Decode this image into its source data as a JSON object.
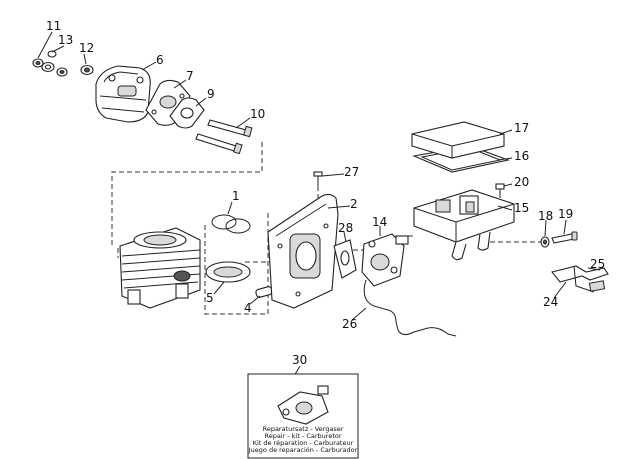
{
  "labels": {
    "p1": "1",
    "p2": "2",
    "p4": "4",
    "p5": "5",
    "p6": "6",
    "p7": "7",
    "p9": "9",
    "p10": "10",
    "p11": "11",
    "p12": "12",
    "p13": "13",
    "p14": "14",
    "p15": "15",
    "p16": "16",
    "p17": "17",
    "p18": "18",
    "p19": "19",
    "p20": "20",
    "p24": "24",
    "p25": "25",
    "p26": "26",
    "p27": "27",
    "p28": "28",
    "p30": "30"
  },
  "repair_kit": {
    "line1": "Reparatursatz - Vergaser",
    "line2": "Repair - kit - Carburetor",
    "line3": "Kit de réparation - Carburateur",
    "line4": "Juego de reparación - Carburador"
  }
}
